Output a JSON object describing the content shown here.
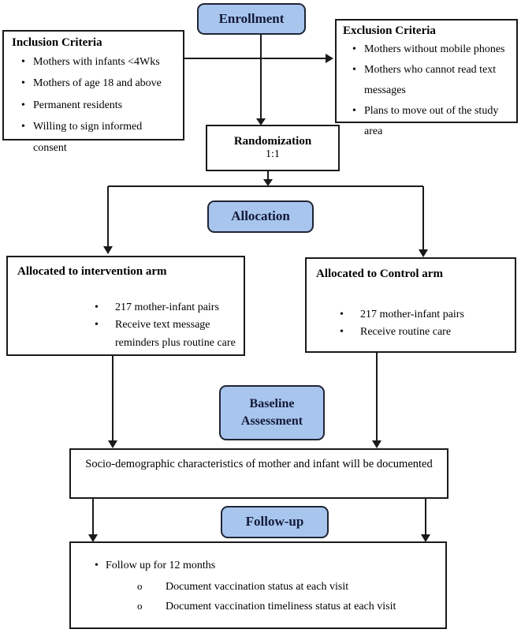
{
  "diagram": {
    "stages": {
      "enrollment": "Enrollment",
      "allocation": "Allocation",
      "baseline_line1": "Baseline",
      "baseline_line2": "Assessment",
      "followup": "Follow-up"
    },
    "inclusion": {
      "title": "Inclusion Criteria",
      "items": [
        "Mothers with infants <4Wks",
        "Mothers of age 18 and above",
        "Permanent residents",
        "Willing to sign informed consent"
      ]
    },
    "exclusion": {
      "title": "Exclusion Criteria",
      "items": [
        "Mothers without mobile phones",
        "Mothers who cannot read text messages",
        "Plans to move out of the study area"
      ]
    },
    "randomization": {
      "title": "Randomization",
      "ratio": "1:1"
    },
    "intervention_arm": {
      "title": "Allocated to intervention arm",
      "items": [
        "217 mother-infant pairs",
        "Receive text message reminders plus routine care"
      ]
    },
    "control_arm": {
      "title": "Allocated to Control arm",
      "items": [
        "217 mother-infant pairs",
        "Receive routine care"
      ]
    },
    "baseline_box": {
      "text": "Socio-demographic characteristics of mother and infant will be documented"
    },
    "followup_box": {
      "title": "Follow up for 12 months",
      "items": [
        "Document vaccination status at each visit",
        "Document vaccination timeliness status at each visit"
      ]
    },
    "colors": {
      "stage_fill": "#a8c5ee",
      "stage_border": "#1f2533",
      "box_border": "#1a1a1a",
      "arrow": "#1a1a1a",
      "text": "#000000"
    }
  }
}
